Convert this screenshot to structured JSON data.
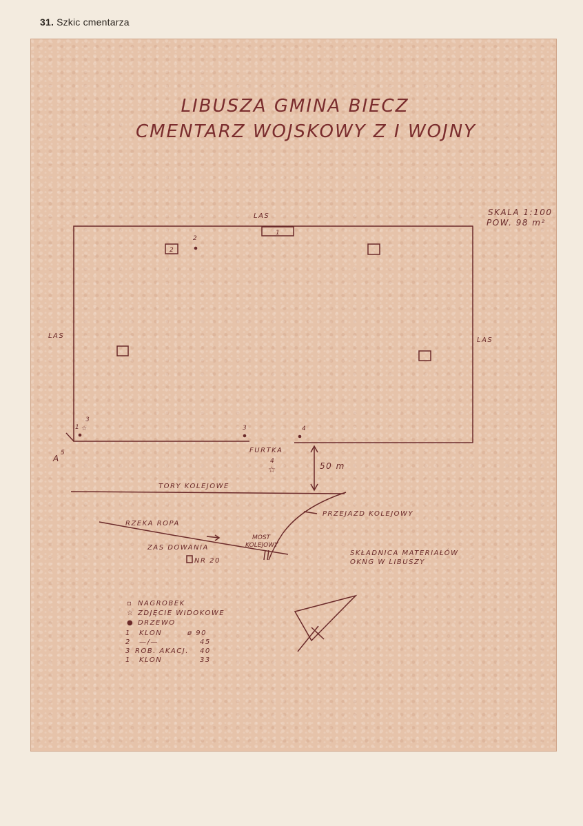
{
  "caption": {
    "number": "31.",
    "text": "Szkic cmentarza"
  },
  "title": {
    "line1": "LIBUSZA GMINA BIECZ",
    "line2": "CMENTARZ WOJSKOWY Z I WOJNY"
  },
  "scale": {
    "line1": "SKALA 1:100",
    "line2": "POW. 98 m²"
  },
  "surroundings": {
    "top": "LAS",
    "left": "LAS",
    "right": "LAS"
  },
  "gate": {
    "label": "FURTKA",
    "marker_number": "4",
    "distance": "50 m"
  },
  "plot_markers": {
    "top_center": "1",
    "grave_left_top": "2",
    "tree_top": "2",
    "corner_left": "1",
    "corner_left_sup": "3",
    "tree_bottom": "3",
    "tree_right": "4",
    "outside": "A",
    "outside_sup": "5"
  },
  "features": {
    "railway": "TORY KOLEJOWE",
    "crossing": "PRZEJAZD KOLEJOWY",
    "river": "RZEKA ROPA",
    "bridge_line1": "MOST",
    "bridge_line2": "KOLEJOWY",
    "burial_site": "ZAS DOWANIA",
    "site_number": "NR 20",
    "depot_line1": "SKŁADNICA MATERIAŁÓW",
    "depot_line2": "OKNG W LIBUSZY"
  },
  "legend": {
    "items": [
      {
        "symbol": "▫",
        "text": "NAGROBEK"
      },
      {
        "symbol": "☆",
        "text": "ZDJĘCIE WIDOKOWE"
      },
      {
        "symbol": "●",
        "text": "DRZEWO"
      }
    ],
    "trees": [
      {
        "number": "1",
        "name": "KLON",
        "diameter": "ø 90"
      },
      {
        "number": "2",
        "name": "—/—",
        "diameter": "45"
      },
      {
        "number": "3",
        "name": "ROB. AKACJ.",
        "diameter": "40"
      },
      {
        "number": "1",
        "name": "KLON",
        "diameter": "33"
      }
    ]
  }
}
